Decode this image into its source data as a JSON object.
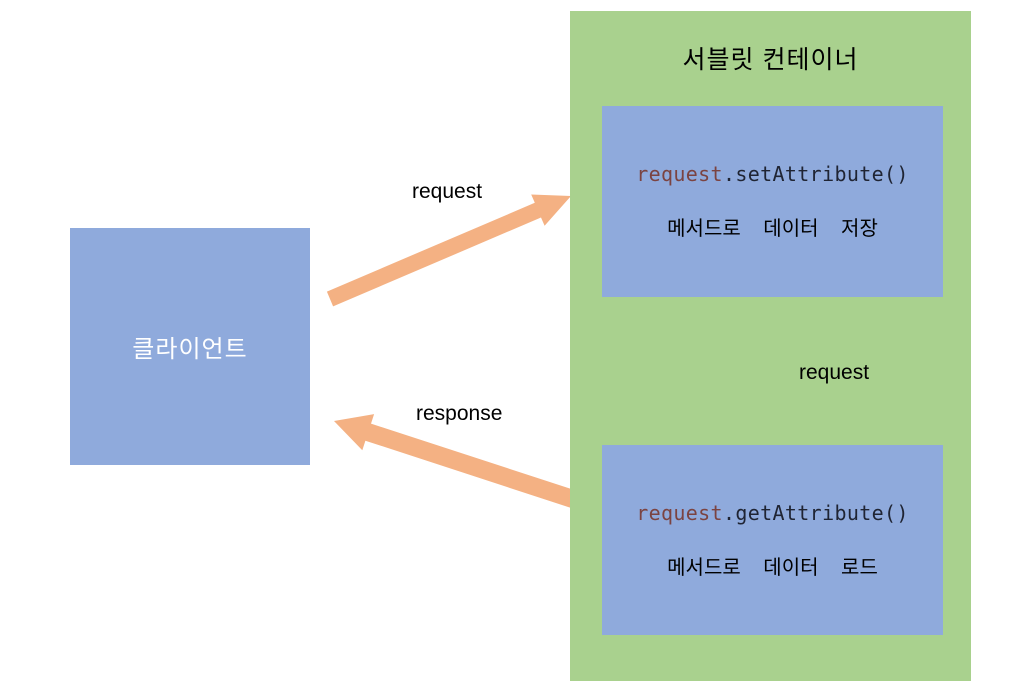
{
  "client": {
    "label": "클라이언트"
  },
  "container": {
    "title": "서블릿 컨테이너",
    "set_box": {
      "code_object": "request",
      "code_method": ".setAttribute()",
      "description": "메서드로 데이터 저장"
    },
    "get_box": {
      "code_object": "request",
      "code_method": ".getAttribute()",
      "description": "메서드로 데이터 로드"
    }
  },
  "arrows": {
    "client_to_container": {
      "label": "request"
    },
    "set_to_get": {
      "label": "request"
    },
    "container_to_client": {
      "label": "response"
    }
  },
  "colors": {
    "box_blue": "#8FAADC",
    "container_green": "#A9D18E",
    "arrow_orange": "#F4B183",
    "code_object": "#7B4341",
    "code_method": "#1F2433",
    "label_text": "#000000",
    "client_text": "#FFFFFF"
  }
}
